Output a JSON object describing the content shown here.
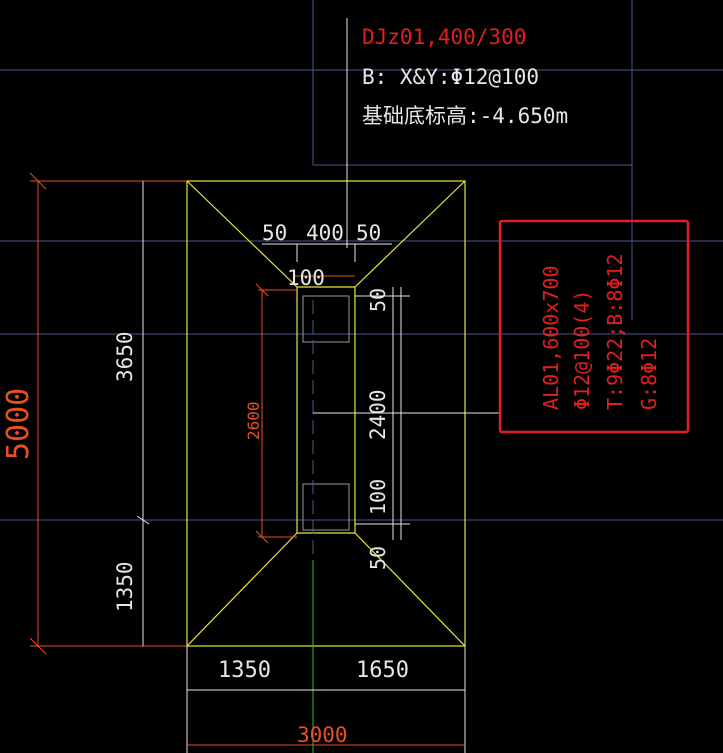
{
  "header": {
    "title": "DJz01,400/300",
    "line2": "B: X&Y:Φ12@100",
    "line3": "基础底标高:-4.650m"
  },
  "dimensions": {
    "top_50_left": "50",
    "top_400": "400",
    "top_50_right": "50",
    "top_100": "100",
    "left_total": "5000",
    "left_upper": "3650",
    "left_lower": "1350",
    "inner_2600": "2600",
    "right_50_top": "50",
    "right_2400": "2400",
    "right_100": "100",
    "right_50_bottom": "50",
    "bottom_left": "1350",
    "bottom_right": "1650",
    "bottom_total": "3000"
  },
  "beam_callout": {
    "line1": "AL01,600x700",
    "line2": "Φ12@100(4)",
    "line3": "T:9Φ22;B:8Φ12",
    "line4": "G:8Φ12"
  },
  "colors": {
    "background": "#000000",
    "axis": "#4a5a8c",
    "outline": "#e6e63c",
    "dimension": "#e8501e",
    "text_white": "#e6e6e6",
    "text_red": "#e02020",
    "highlight_box": "#e02020",
    "grid_green": "#2ec02e"
  }
}
